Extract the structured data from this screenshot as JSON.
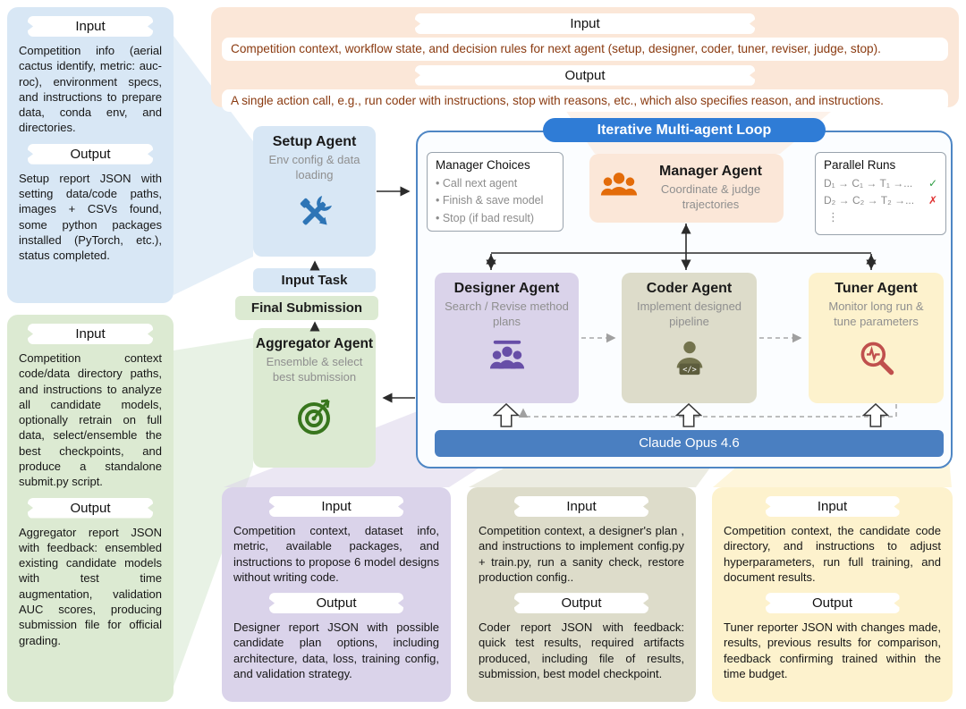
{
  "colors": {
    "accent_blue": "#2f7cd6",
    "banner_blue": "#4a7fc1",
    "setup_blue": "#d8e7f5",
    "manager_peach": "#fbe7d8",
    "aggregator_green": "#dcead2",
    "designer_purple": "#dad3ea",
    "coder_olive": "#dddcca",
    "tuner_yellow": "#fdf2cd",
    "check_green": "#2f9e44",
    "cross_red": "#e03131"
  },
  "icons": {
    "setup": "crossed-tools-icon",
    "aggregator": "target-arrow-icon",
    "manager": "team-icon",
    "designer": "team-presentation-icon",
    "coder": "developer-laptop-icon",
    "tuner": "magnifier-waveform-icon",
    "parallel_ok": "check-icon",
    "parallel_fail": "cross-icon"
  },
  "io": {
    "setup": {
      "input_label": "Input",
      "input_text": "Competition info (aerial cactus identify, metric: auc-roc), environment specs, and instructions to prepare data, conda env, and directories.",
      "output_label": "Output",
      "output_text": "Setup report JSON with setting data/code paths, images + CSVs found, some python packages installed (PyTorch, etc.), status completed."
    },
    "manager": {
      "input_label": "Input",
      "input_text": "Competition context, workflow state, and decision rules for next agent (setup, designer, coder, tuner, reviser, judge, stop).",
      "output_label": "Output",
      "output_text": "A single action call, e.g., run coder with instructions, stop with reasons, etc., which also specifies reason, and instructions."
    },
    "aggregator": {
      "input_label": "Input",
      "input_text": "Competition context code/data directory paths, and instructions to analyze all candidate models, optionally retrain on full data, select/ensemble the best checkpoints, and produce a standalone submit.py script.",
      "output_label": "Output",
      "output_text": "Aggregator report JSON with feedback: ensembled existing candidate models with test time augmentation, validation AUC scores, producing submission file for official grading."
    },
    "designer": {
      "input_label": "Input",
      "input_text": "Competition context, dataset info, metric, available packages, and instructions to propose 6 model designs without writing code.",
      "output_label": "Output",
      "output_text": "Designer report JSON with possible candidate plan options, including architecture, data, loss, training config, and validation strategy."
    },
    "coder": {
      "input_label": "Input",
      "input_text": "Competition context, a designer's plan , and instructions to implement config.py + train.py, run a sanity check, restore production config..",
      "output_label": "Output",
      "output_text": "Coder report JSON with feedback: quick test results, required artifacts produced, including file of results, submission, best model checkpoint."
    },
    "tuner": {
      "input_label": "Input",
      "input_text": "Competition context, the candidate code directory, and instructions to adjust hyperparameters, run full training, and document results.",
      "output_label": "Output",
      "output_text": "Tuner reporter JSON with changes made, results, previous results for comparison, feedback confirming trained within the time budget."
    }
  },
  "agents": {
    "setup": {
      "title": "Setup Agent",
      "subtitle": "Env config & data loading"
    },
    "aggregator": {
      "title": "Aggregator Agent",
      "subtitle": "Ensemble & select best submission"
    },
    "manager": {
      "title": "Manager Agent",
      "subtitle": "Coordinate & judge trajectories"
    },
    "designer": {
      "title": "Designer Agent",
      "subtitle": "Search / Revise method plans"
    },
    "coder": {
      "title": "Coder Agent",
      "subtitle": "Implement designed pipeline"
    },
    "tuner": {
      "title": "Tuner Agent",
      "subtitle": "Monitor long run & tune parameters"
    }
  },
  "flow": {
    "input_task_label": "Input Task",
    "final_submission_label": "Final Submission",
    "loop_title": "Iterative Multi-agent Loop",
    "model_banner_label": "Claude Opus 4.6"
  },
  "manager_choices": {
    "title": "Manager Choices",
    "items": [
      "• Call next agent",
      "• Finish & save model",
      "• Stop (if bad result)"
    ]
  },
  "parallel_runs": {
    "title": "Parallel Runs",
    "rows": [
      {
        "label": "D₁ → C₁ → T₁ →...",
        "status": "✓"
      },
      {
        "label": "D₂ → C₂ → T₂ →...",
        "status": "✗"
      }
    ],
    "more": "⋮"
  }
}
